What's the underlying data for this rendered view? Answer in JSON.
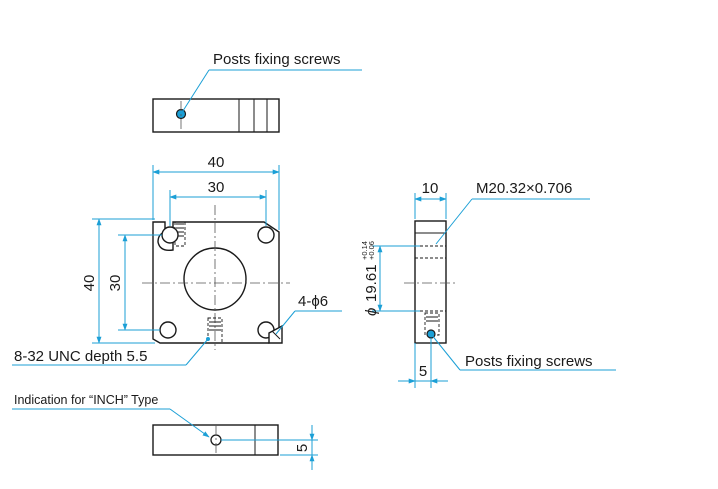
{
  "labels": {
    "posts_fixing_top": "Posts fixing screws",
    "posts_fixing_side": "Posts fixing screws",
    "thread_spec": "M20.32×0.706",
    "hole_spec": "4-ϕ6",
    "tapped_hole": "8-32 UNC depth 5.5",
    "inch_type": "Indication for “INCH” Type"
  },
  "dimensions": {
    "outer_width": "40",
    "hole_pitch_x": "30",
    "outer_height": "40",
    "hole_pitch_y": "30",
    "thickness": "10",
    "screw_offset": "5",
    "inch_offset": "5",
    "bore_prefix": "ϕ",
    "bore_value": "19.61",
    "bore_tol_upper": "+0.14",
    "bore_tol_lower": "+0.06"
  }
}
